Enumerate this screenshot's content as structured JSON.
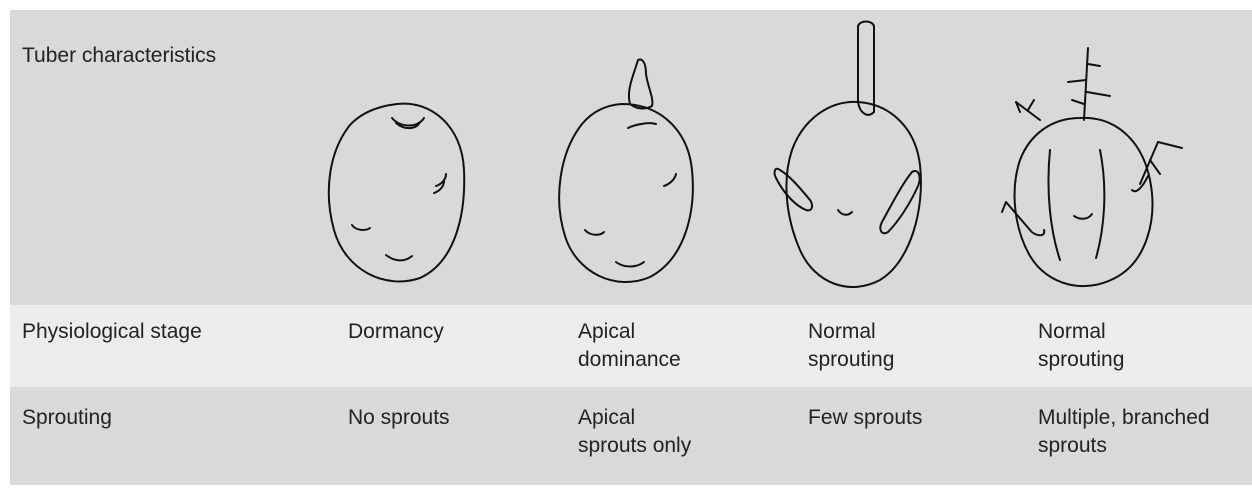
{
  "rows": {
    "tuber_characteristics": "Tuber characteristics",
    "physiological_stage": "Physiological stage",
    "sprouting": "Sprouting"
  },
  "stages": [
    {
      "stage": "Dormancy",
      "sprouting": "No sprouts"
    },
    {
      "stage": "Apical\ndominance",
      "sprouting": "Apical\nsprouts only"
    },
    {
      "stage": "Normal\nsprouting",
      "sprouting": "Few sprouts"
    },
    {
      "stage": "Normal\nsprouting",
      "sprouting": "Multiple, branched\nsprouts"
    }
  ]
}
